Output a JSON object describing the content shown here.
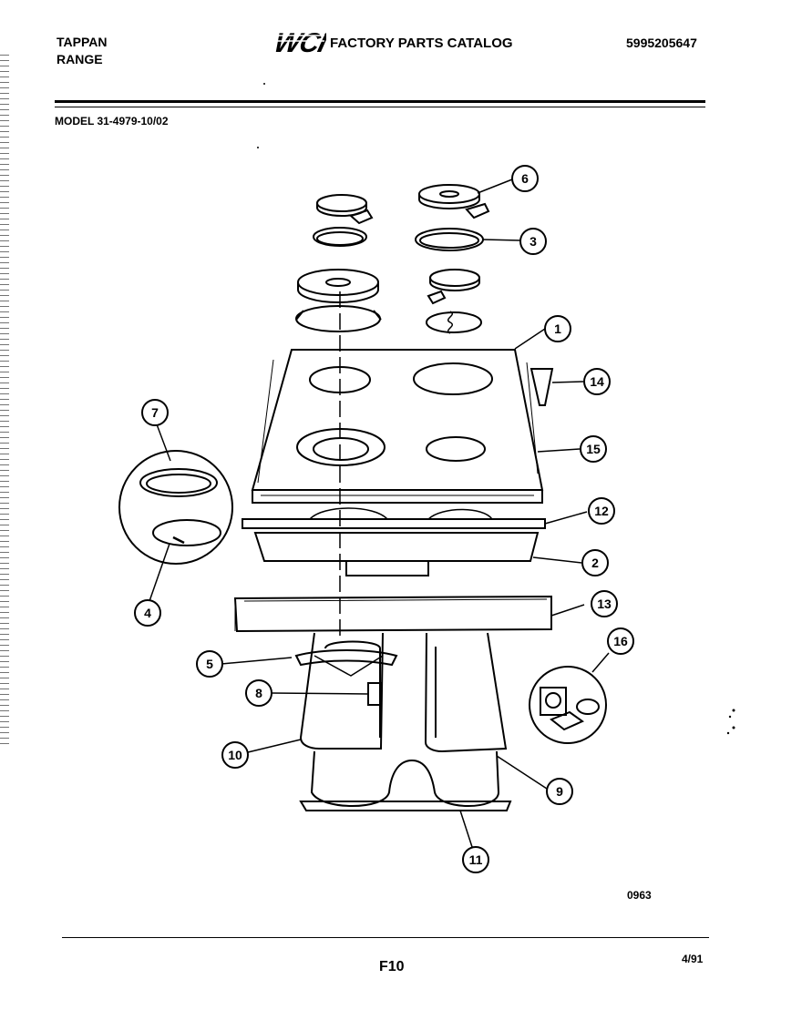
{
  "header": {
    "brand_line1": "TAPPAN",
    "brand_line2": "RANGE",
    "logo_text": "WCI",
    "catalog_title": "FACTORY PARTS CATALOG",
    "part_number": "5995205647"
  },
  "model": "MODEL 31-4979-10/02",
  "callouts": [
    "1",
    "2",
    "3",
    "4",
    "5",
    "6",
    "7",
    "8",
    "9",
    "10",
    "11",
    "12",
    "13",
    "14",
    "15",
    "16"
  ],
  "footer": {
    "drawing_code": "0963",
    "page_label": "F10",
    "date": "4/91"
  }
}
